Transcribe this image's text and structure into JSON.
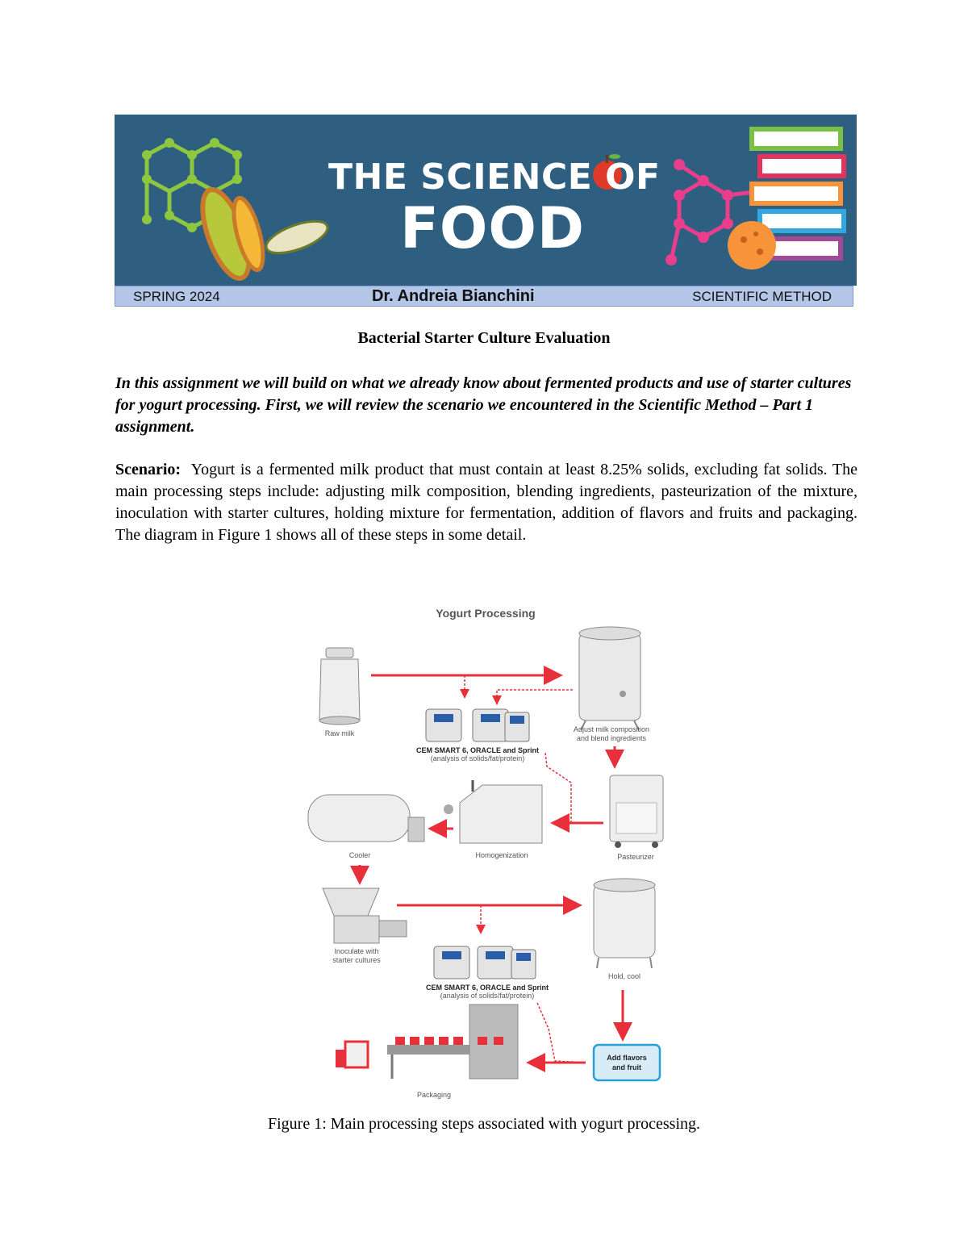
{
  "banner": {
    "title_line1": "THE SCIENCE OF",
    "title_line2": "FOOD",
    "season": "SPRING 2024",
    "author": "Dr. Andreia Bianchini",
    "topic": "SCIENTIFIC METHOD",
    "colors": {
      "background": "#2f5f80",
      "strip": "#b4c6e7"
    }
  },
  "document": {
    "title": "Bacterial Starter Culture Evaluation",
    "intro": "In this assignment we will build on what we already know about fermented products and use of starter cultures for yogurt processing. First, we will review the scenario we encountered in the Scientific Method – Part 1 assignment.",
    "scenario_label": "Scenario:",
    "scenario_text": "Yogurt is a fermented milk product that must contain at least 8.25% solids, excluding fat solids. The main processing steps include: adjusting milk composition, blending ingredients, pasteurization of the mixture, inoculation with starter cultures, holding mixture for fermentation, addition of flavors and fruits and packaging. The diagram in Figure 1 shows all of these steps in some detail."
  },
  "figure": {
    "title": "Yogurt Processing",
    "steps": {
      "raw_milk": "Raw milk",
      "adjust_1": "Adjust milk composition",
      "adjust_2": "and blend ingredients",
      "pasteurizer": "Pasteurizer",
      "homogenization": "Homogenization",
      "cooler": "Cooler",
      "inoculate_1": "Inoculate with",
      "inoculate_2": "starter cultures",
      "hold": "Hold, cool",
      "flavors_1": "Add flavors",
      "flavors_2": "and fruit",
      "packaging": "Packaging"
    },
    "instrument_label": "CEM SMART 6, ORACLE and Sprint",
    "instrument_sub": "(analysis of solids/fat/protein)",
    "colors": {
      "arrow": "#e8303a",
      "box_border": "#2a9fd6",
      "box_fill": "#d8ecf8"
    }
  },
  "caption": "Figure 1: Main processing steps associated with yogurt processing."
}
